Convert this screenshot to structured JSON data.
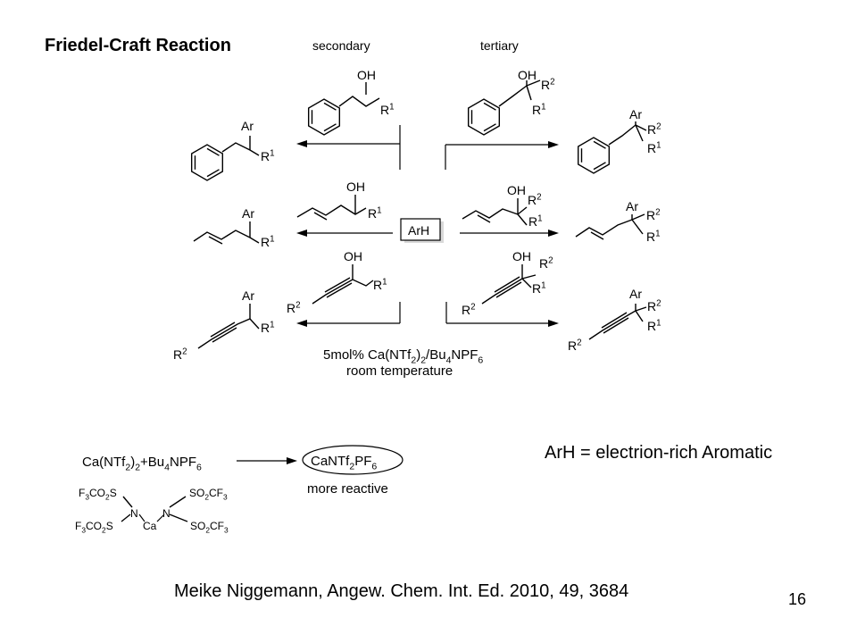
{
  "slide": {
    "title": "Friedel-Craft Reaction",
    "page_number": "16",
    "citation": "Meike Niggemann, Angew. Chem. Int. Ed. 2010, 49, 3684",
    "arh_definition": "ArH = electrion-rich Aromatic"
  },
  "scheme": {
    "secondary_label": "secondary",
    "tertiary_label": "tertiary",
    "reagent_box": "ArH",
    "conditions_line1": [
      "5mol% Ca(NTf",
      "2",
      ")",
      "2",
      "/Bu",
      "4",
      "NPF",
      "6"
    ],
    "conditions_line2": "room temperature",
    "labels": {
      "oh": "OH",
      "ar": "Ar",
      "r1": [
        "R",
        "1"
      ],
      "r2": [
        "R",
        "2"
      ]
    }
  },
  "catalyst": {
    "reactants": [
      "Ca(NTf",
      "2",
      ")",
      "2",
      "+Bu",
      "4",
      "NPF",
      "6"
    ],
    "product": [
      "CaNTf",
      "2",
      "PF",
      "6"
    ],
    "product_note": "more reactive",
    "structure": {
      "group_top_left": [
        "F",
        "3",
        "CO",
        "2",
        "S"
      ],
      "group_bottom_left": [
        "F",
        "3",
        "CO",
        "2",
        "S"
      ],
      "group_top_right": [
        "SO",
        "2",
        "CF",
        "3"
      ],
      "group_bottom_right": [
        "SO",
        "2",
        "CF",
        "3"
      ],
      "n": "N",
      "ca": "Ca"
    }
  }
}
